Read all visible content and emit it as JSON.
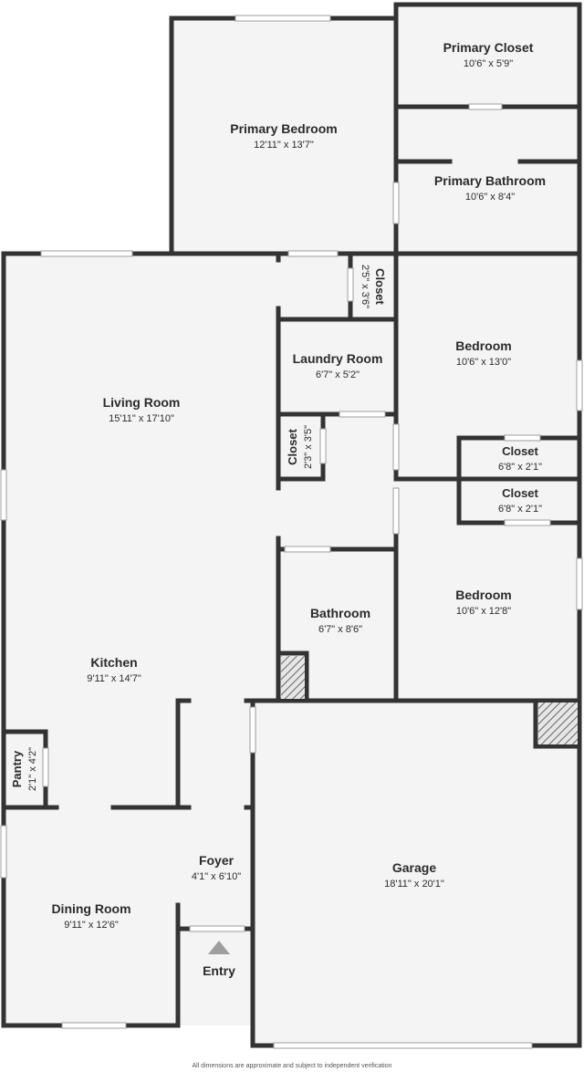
{
  "rooms": {
    "primary_closet": {
      "name": "Primary Closet",
      "dim": "10'6\" x 5'9\""
    },
    "primary_bedroom": {
      "name": "Primary Bedroom",
      "dim": "12'11\" x 13'7\""
    },
    "primary_bathroom": {
      "name": "Primary Bathroom",
      "dim": "10'6\" x 8'4\""
    },
    "closet_top": {
      "name": "Closet",
      "dim": "2'5\" x 3'6\""
    },
    "laundry": {
      "name": "Laundry Room",
      "dim": "6'7\" x 5'2\""
    },
    "living": {
      "name": "Living Room",
      "dim": "15'11\" x 17'10\""
    },
    "bedroom_1": {
      "name": "Bedroom",
      "dim": "10'6\" x 13'0\""
    },
    "closet_hall": {
      "name": "Closet",
      "dim": "2'3\" x 3'5\""
    },
    "closet_b1": {
      "name": "Closet",
      "dim": "6'8\" x 2'1\""
    },
    "closet_b2": {
      "name": "Closet",
      "dim": "6'8\" x 2'1\""
    },
    "bathroom": {
      "name": "Bathroom",
      "dim": "6'7\" x 8'6\""
    },
    "bedroom_2": {
      "name": "Bedroom",
      "dim": "10'6\" x 12'8\""
    },
    "kitchen": {
      "name": "Kitchen",
      "dim": "9'11\" x 14'7\""
    },
    "pantry": {
      "name": "Pantry",
      "dim": "2'1\" x 4'2\""
    },
    "foyer": {
      "name": "Foyer",
      "dim": "4'1\" x 6'10\""
    },
    "garage": {
      "name": "Garage",
      "dim": "18'11\" x 20'1\""
    },
    "dining": {
      "name": "Dining Room",
      "dim": "9'11\" x 12'6\""
    }
  },
  "entry_label": "Entry",
  "disclaimer": "All dimensions are approximate and subject to independent verification",
  "colors": {
    "wall": "#333333",
    "floor": "#f4f4f4",
    "window": "#cfcfcf",
    "hatch": "#666666"
  }
}
